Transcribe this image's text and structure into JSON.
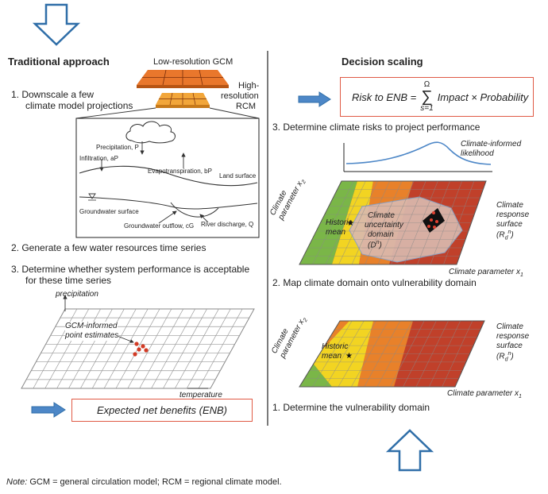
{
  "left": {
    "heading": "Traditional approach",
    "gcm_label": "Low-resolution GCM",
    "rcm_label_1": "High-",
    "rcm_label_2": "resolution",
    "rcm_label_3": "RCM",
    "step1_line1": "1.  Downscale a few",
    "step1_line2": "climate model projections",
    "hydro": {
      "precip": "Precipitation, P",
      "infil": "Infiltration, aP",
      "evap": "Evapotranspiration, bP",
      "land": "Land surface",
      "gw_surface": "Groundwater surface",
      "gw_outflow": "Groundwater outflow, cG",
      "river": "River discharge, Q"
    },
    "step2": "2.  Generate a few water resources time series",
    "step3_line1": "3.  Determine whether system performance is acceptable",
    "step3_line2": "for these time series",
    "grid": {
      "ylabel": "precipitation",
      "xlabel": "temperature",
      "annot1": "GCM-informed",
      "annot2": "point estimates"
    },
    "enb_box": "Expected net benefits (ENB)"
  },
  "right": {
    "heading": "Decision scaling",
    "formula_lhs": "Risk to ENB = ",
    "formula_sum": "∑",
    "formula_top": "Ω",
    "formula_bottom": "s=1",
    "formula_rhs": "Impact × Probability",
    "step3": "3.  Determine climate risks to project performance",
    "likelihood_1": "Climate-informed",
    "likelihood_2": "likelihood",
    "upper": {
      "ylabel_1": "Climate",
      "ylabel_2": "parameter x",
      "ylabel_sub": "2",
      "historic_1": "Historic",
      "historic_2": "mean",
      "unc_1": "Climate",
      "unc_2": "uncertainty",
      "unc_3": "domain",
      "unc_4": "(D",
      "unc_sup": "n",
      "unc_5": ")",
      "resp_1": "Climate",
      "resp_2": "response",
      "resp_3": "surface",
      "resp_4": "(R",
      "resp_sub": "d",
      "resp_sup": "n",
      "resp_5": ")",
      "xlabel": "Climate parameter x",
      "xlabel_sub": "1"
    },
    "step2": "2.  Map climate domain onto vulnerability domain",
    "lower": {
      "ylabel_1": "Climate",
      "ylabel_2": "parameter x",
      "ylabel_sub": "2",
      "historic_1": "Historic",
      "historic_2": "mean",
      "resp_1": "Climate",
      "resp_2": "response",
      "resp_3": "surface",
      "resp_4": "(R",
      "resp_sub": "d",
      "resp_sup": "n",
      "resp_5": ")",
      "xlabel": "Climate parameter x",
      "xlabel_sub": "1"
    },
    "step1": "1.  Determine the vulnerability domain"
  },
  "note_label": "Note:",
  "note_text": " GCM = general circulation model; RCM = regional climate model.",
  "colors": {
    "arrow_outline": "#2f6ea8",
    "arrow_fill": "#4d87c7",
    "box_border": "#e05a45",
    "green": "#7ab648",
    "yellow": "#f2d422",
    "orange": "#e8812a",
    "red": "#c0402a",
    "uncertainty": "#d9b9ae",
    "curve": "#4d87c7"
  }
}
